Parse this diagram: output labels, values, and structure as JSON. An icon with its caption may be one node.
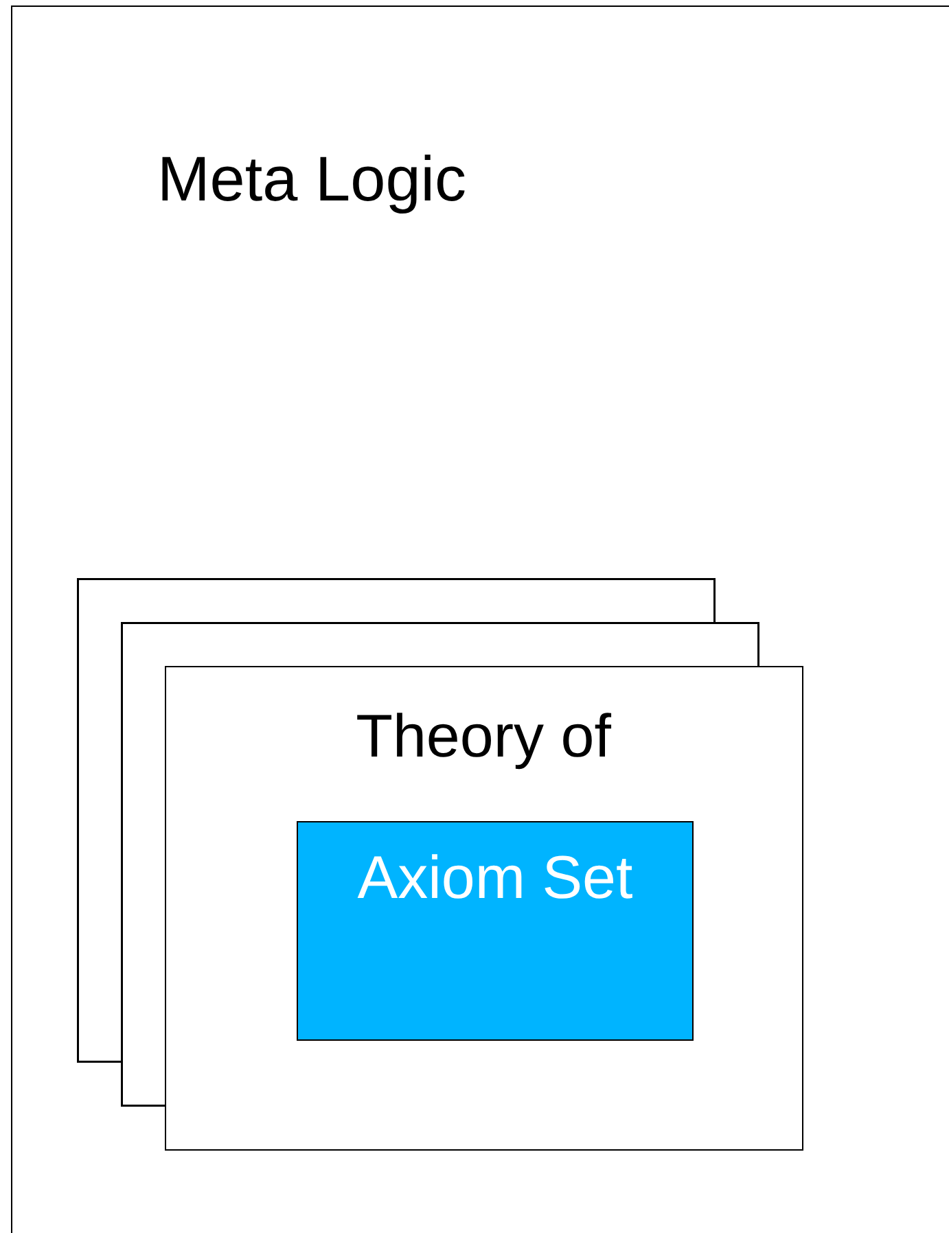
{
  "diagram": {
    "nodes": [
      {
        "text": [
          "Meta Logic"
        ]
      },
      {
        "text": [],
        "shape": "box",
        "in": 0
      },
      {
        "text": [],
        "shape": "box",
        "in": 0
      },
      {
        "text": [
          "Theory of"
        ],
        "in": 0
      },
      {
        "text": [
          "Axiom Set"
        ]
      }
    ]
  }
}
